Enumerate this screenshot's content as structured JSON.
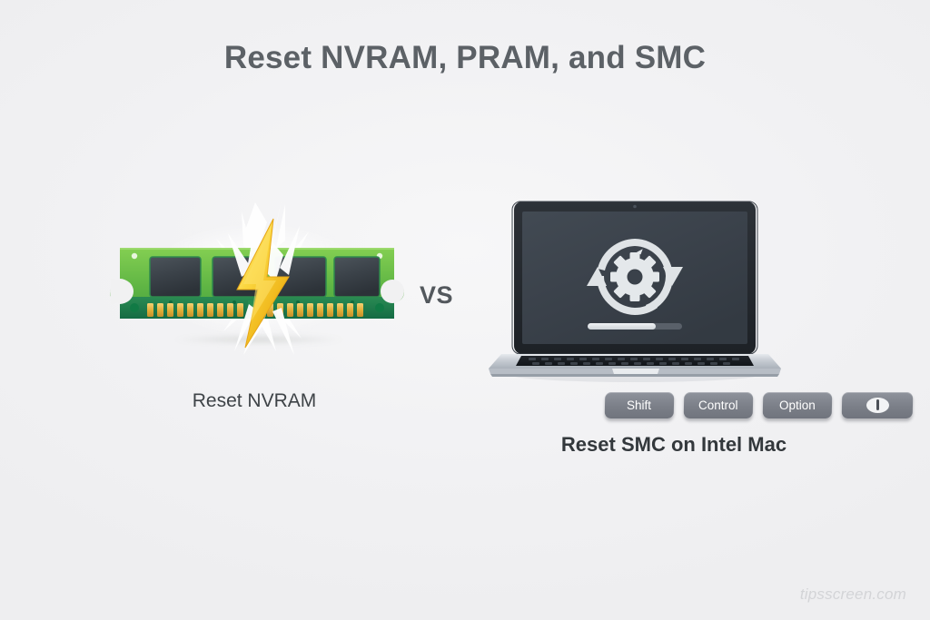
{
  "page": {
    "title": "Reset NVRAM, PRAM, and SMC",
    "background_color": "#f2f2f3",
    "watermark": "tipsscreen.com"
  },
  "comparison": {
    "divider_label": "VS",
    "left": {
      "caption": "Reset NVRAM",
      "graphic": "ram-module-with-lightning-bolt",
      "colors": {
        "pcb_light": "#6cbf47",
        "pcb_dark": "#1f7a4a",
        "chip": "#3d4449",
        "pins": "#e8b43a",
        "bolt": "#f2c21a"
      }
    },
    "right": {
      "caption": "Reset SMC on Intel Mac",
      "graphic": "macbook-with-reset-gear-icon",
      "screen_icon": "refresh-gear-icon",
      "progress_percent": 72,
      "colors": {
        "screen": "#3a4149",
        "body": "#c9ced3",
        "icon": "#dfe3e6"
      },
      "keys": [
        {
          "label": "Shift",
          "icon": null
        },
        {
          "label": "Control",
          "icon": null
        },
        {
          "label": "Option",
          "icon": null
        },
        {
          "label": "",
          "icon": "power-icon"
        }
      ]
    }
  }
}
